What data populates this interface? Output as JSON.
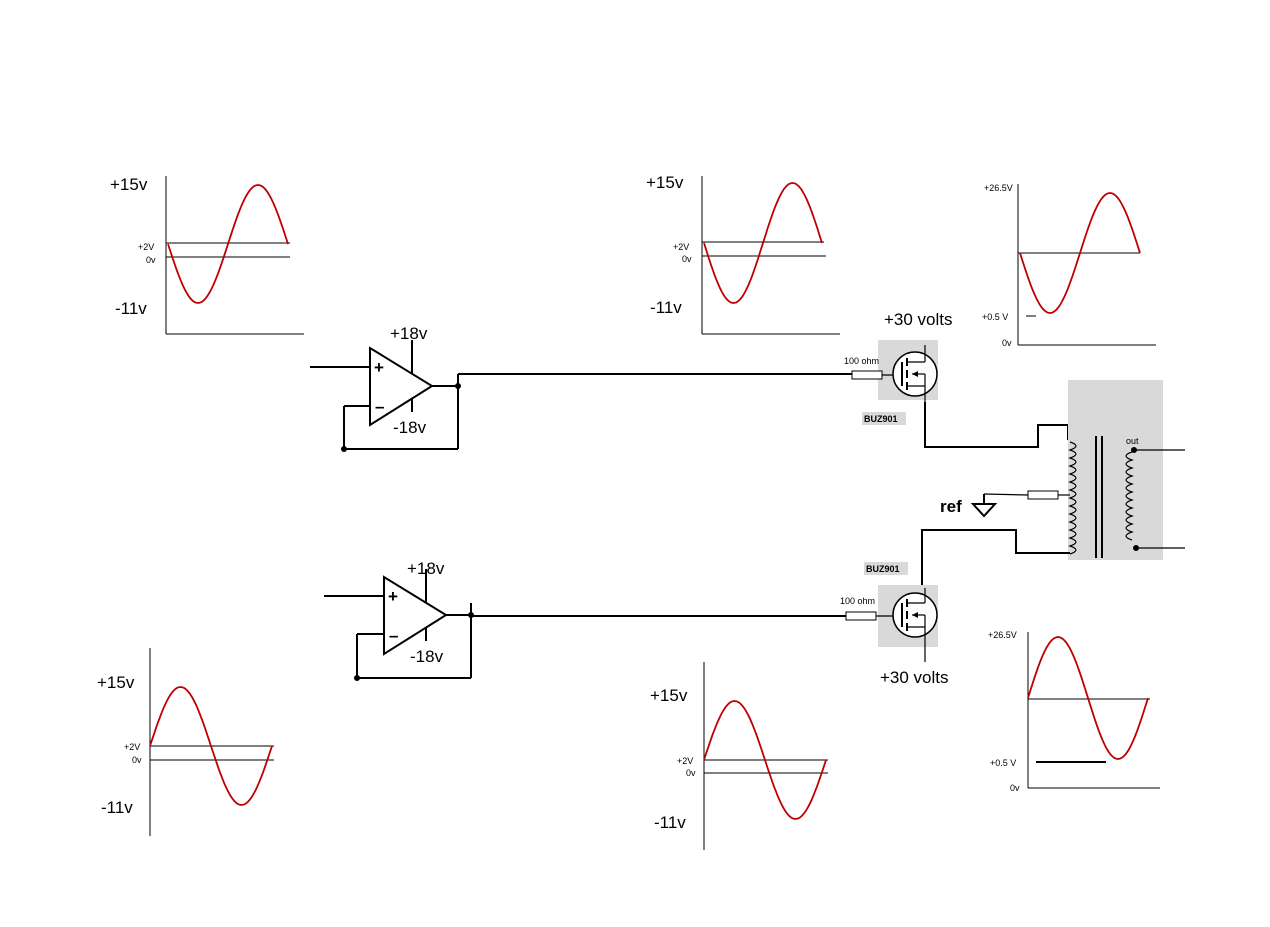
{
  "colors": {
    "waveform": "#c00000",
    "wire": "#000000",
    "shade": "#d9d9d9"
  },
  "plots": [
    {
      "id": "top-left",
      "labels": {
        "top": "+15v",
        "mid1": "+2V",
        "mid0": "0v",
        "bottom": "-11v"
      },
      "phase": "inverted"
    },
    {
      "id": "top-mid",
      "labels": {
        "top": "+15v",
        "mid1": "+2V",
        "mid0": "0v",
        "bottom": "-11v"
      },
      "phase": "inverted"
    },
    {
      "id": "top-right",
      "labels": {
        "top": "+26.5V",
        "mid1": "+0.5 V",
        "mid0": "0v",
        "bottom": ""
      },
      "phase": "inverted"
    },
    {
      "id": "bottom-left",
      "labels": {
        "top": "+15v",
        "mid1": "+2V",
        "mid0": "0v",
        "bottom": "-11v"
      },
      "phase": "normal"
    },
    {
      "id": "bottom-mid",
      "labels": {
        "top": "+15v",
        "mid1": "+2V",
        "mid0": "0v",
        "bottom": "-11v"
      },
      "phase": "normal"
    },
    {
      "id": "bottom-right",
      "labels": {
        "top": "+26.5V",
        "mid1": "+0.5 V",
        "mid0": "0v",
        "bottom": ""
      },
      "phase": "normal"
    }
  ],
  "opamp_top": {
    "plus": "+18v",
    "minus": "-18v"
  },
  "opamp_bottom": {
    "plus": "+18v",
    "minus": "-18v"
  },
  "mosfet_top": {
    "part": "BUZ901",
    "supply": "+30 volts",
    "resistor": "100 ohm"
  },
  "mosfet_bottom": {
    "part": "BUZ901",
    "supply": "+30 volts",
    "resistor": "100 ohm"
  },
  "transformer": {
    "out_label": "out",
    "ref_label": "ref"
  }
}
